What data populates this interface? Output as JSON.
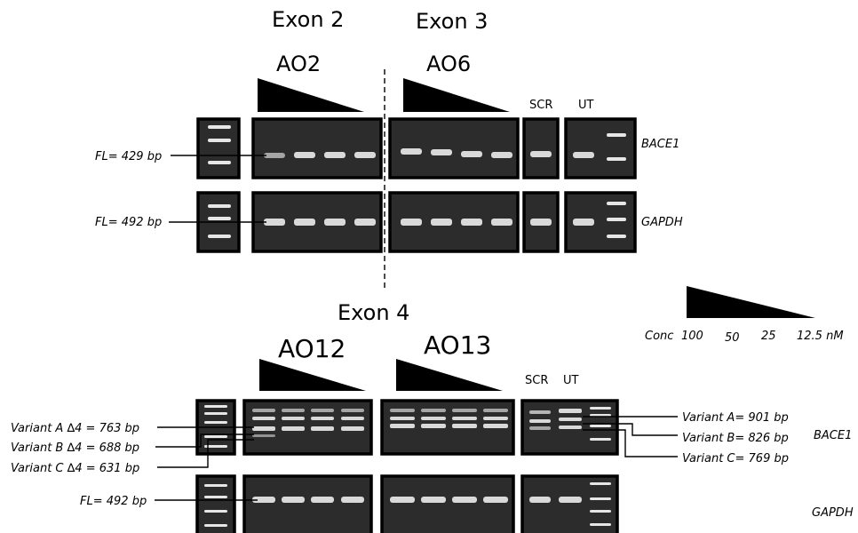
{
  "top": {
    "exon_left": "Exon 2",
    "exon_right": "Exon 3",
    "ao_left": "AO2",
    "ao_right": "AO6",
    "ctrl_scr": "SCR",
    "ctrl_ut": "UT",
    "gene_1": "BACE1",
    "gene_2": "GAPDH",
    "fl_1": "FL= 429 bp",
    "fl_2": "FL= 492 bp"
  },
  "legend": {
    "conc_label": "Conc",
    "conc_values": [
      "100",
      "50",
      "25",
      "12.5 nM"
    ]
  },
  "bottom": {
    "exon": "Exon 4",
    "ao_left": "AO12",
    "ao_right": "AO13",
    "ctrl_scr": "SCR",
    "ctrl_ut": "UT",
    "left_variants": [
      "Variant A  ∆4 = 763 bp",
      "Variant B  ∆4 = 688 bp",
      "Variant C  ∆4 = 631 bp"
    ],
    "right_variants": [
      "Variant A= 901 bp",
      "Variant B= 826 bp",
      "Variant C= 769 bp"
    ],
    "gene_1": "BACE1",
    "gene_2": "GAPDH",
    "fl": "FL= 492 bp"
  }
}
